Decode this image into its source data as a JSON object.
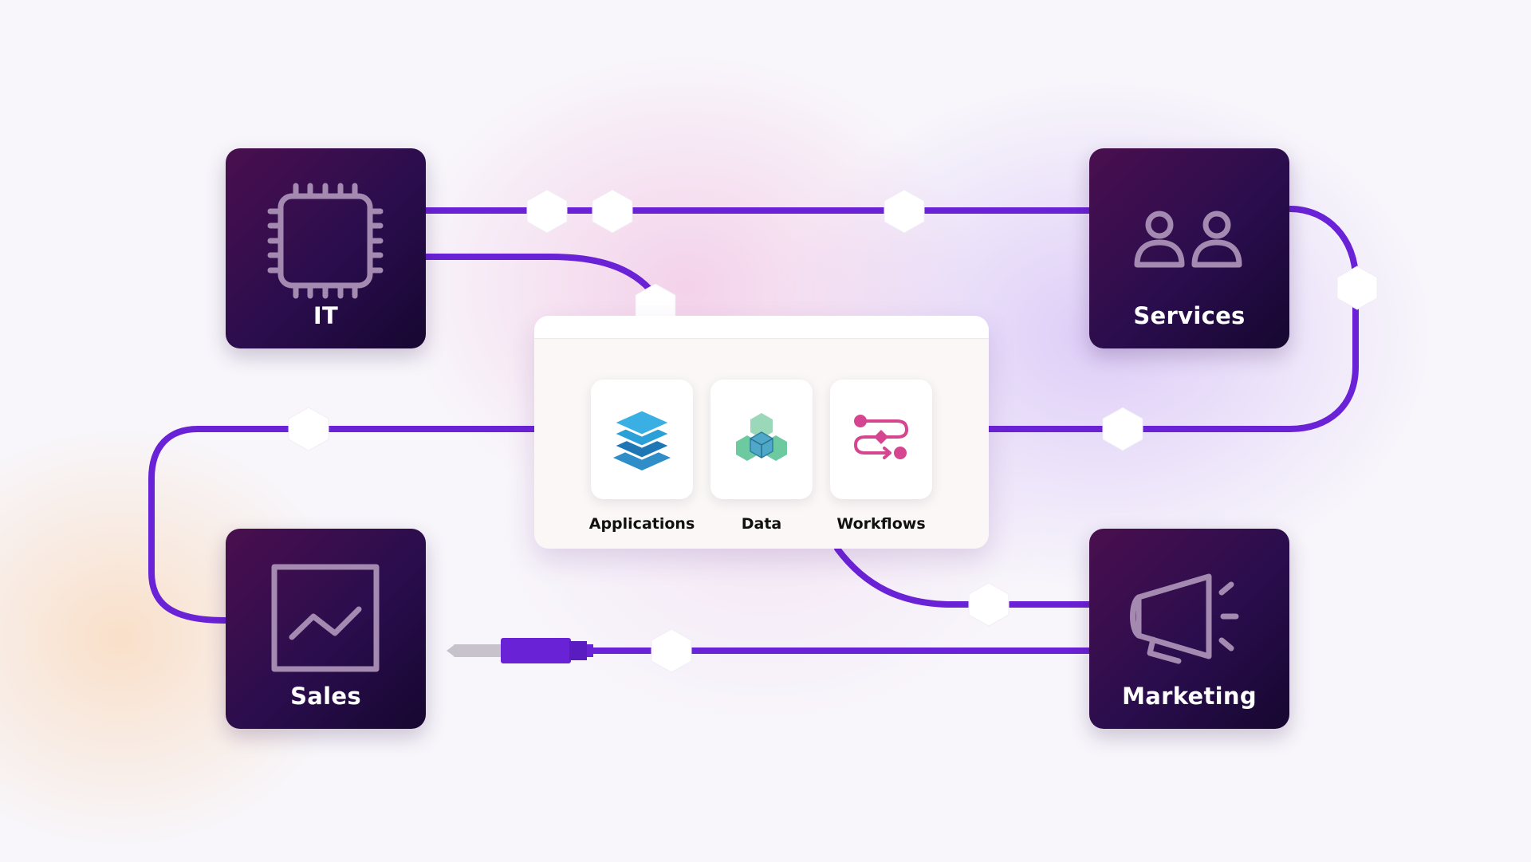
{
  "nodes": {
    "it": {
      "label": "IT",
      "icon": "chip-icon"
    },
    "services": {
      "label": "Services",
      "icon": "two-people-icon"
    },
    "sales": {
      "label": "Sales",
      "icon": "chart-trend-icon"
    },
    "marketing": {
      "label": "Marketing",
      "icon": "megaphone-icon"
    }
  },
  "hub": {
    "items": [
      {
        "label": "Applications",
        "icon": "layers-stack-icon",
        "color": "#2a9fd8"
      },
      {
        "label": "Data",
        "icon": "cubes-icon",
        "color": "#6cc9a0"
      },
      {
        "label": "Workflows",
        "icon": "workflow-icon",
        "color": "#d6458f"
      }
    ]
  },
  "colors": {
    "connector_line": "#6a22d6",
    "node_background": "#2a0d4d",
    "node_icon": "#a48ab0",
    "hub_background": "#faf7f6"
  }
}
